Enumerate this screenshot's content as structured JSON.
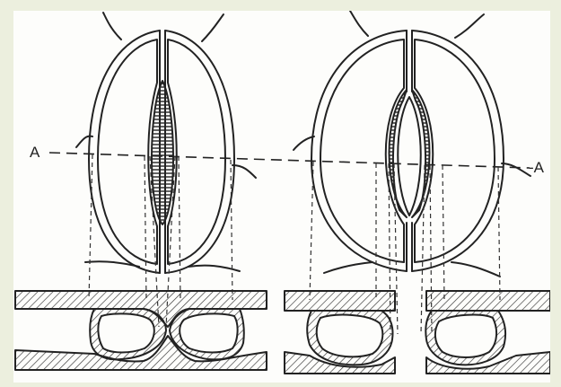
{
  "figure": {
    "label_left": "A",
    "label_right": "-A",
    "colors": {
      "background": "#ecefde",
      "paper": "#fdfdfb",
      "ink": "#222222"
    },
    "panels": [
      "stoma-closed",
      "stoma-open"
    ]
  }
}
